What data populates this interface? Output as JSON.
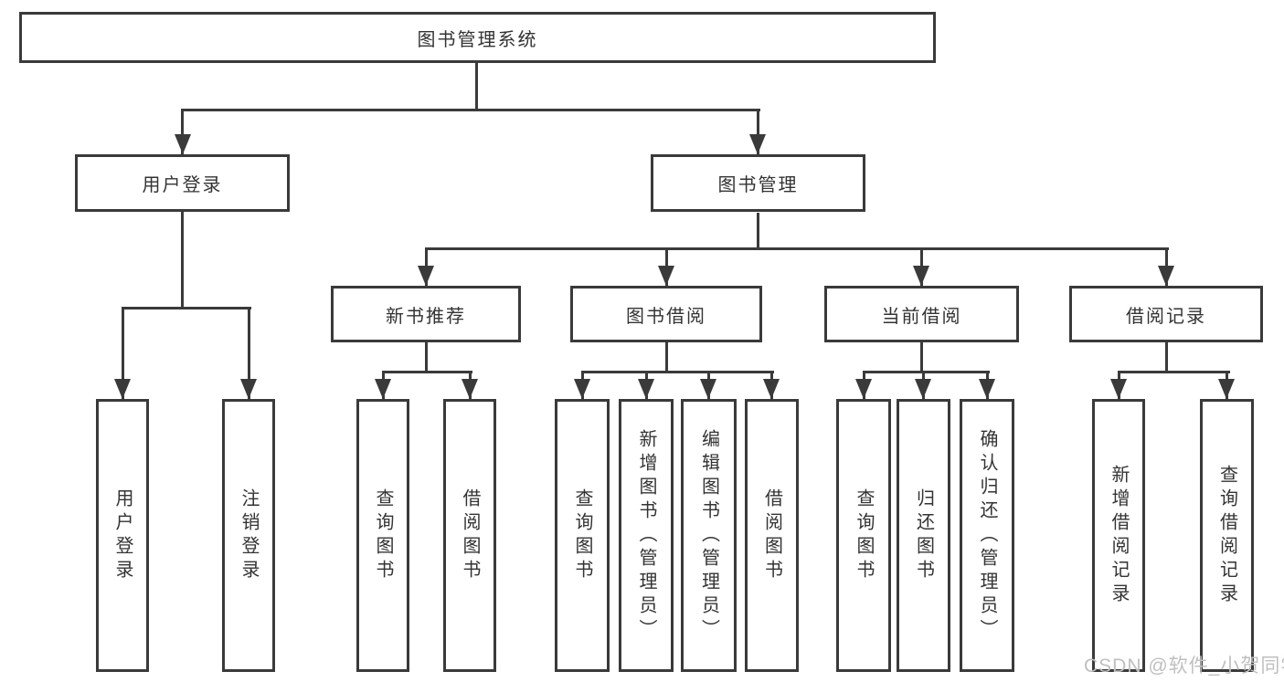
{
  "watermark": "CSDN @软件_小贺同学",
  "colors": {
    "line": "#3a3a3a",
    "text": "#333333",
    "watermark": "#bfbfbf",
    "background": "#ffffff"
  },
  "tree": {
    "label": "图书管理系统",
    "children": [
      {
        "label": "用户登录",
        "children": [
          {
            "label": "用户登录"
          },
          {
            "label": "注销登录"
          }
        ]
      },
      {
        "label": "图书管理",
        "children": [
          {
            "label": "新书推荐",
            "children": [
              {
                "label": "查询图书"
              },
              {
                "label": "借阅图书"
              }
            ]
          },
          {
            "label": "图书借阅",
            "children": [
              {
                "label": "查询图书"
              },
              {
                "label": "新增图书（管理员）"
              },
              {
                "label": "编辑图书（管理员）"
              },
              {
                "label": "借阅图书"
              }
            ]
          },
          {
            "label": "当前借阅",
            "children": [
              {
                "label": "查询图书"
              },
              {
                "label": "归还图书"
              },
              {
                "label": "确认归还（管理员）"
              }
            ]
          },
          {
            "label": "借阅记录",
            "children": [
              {
                "label": "新增借阅记录"
              },
              {
                "label": "查询借阅记录"
              }
            ]
          }
        ]
      }
    ]
  }
}
